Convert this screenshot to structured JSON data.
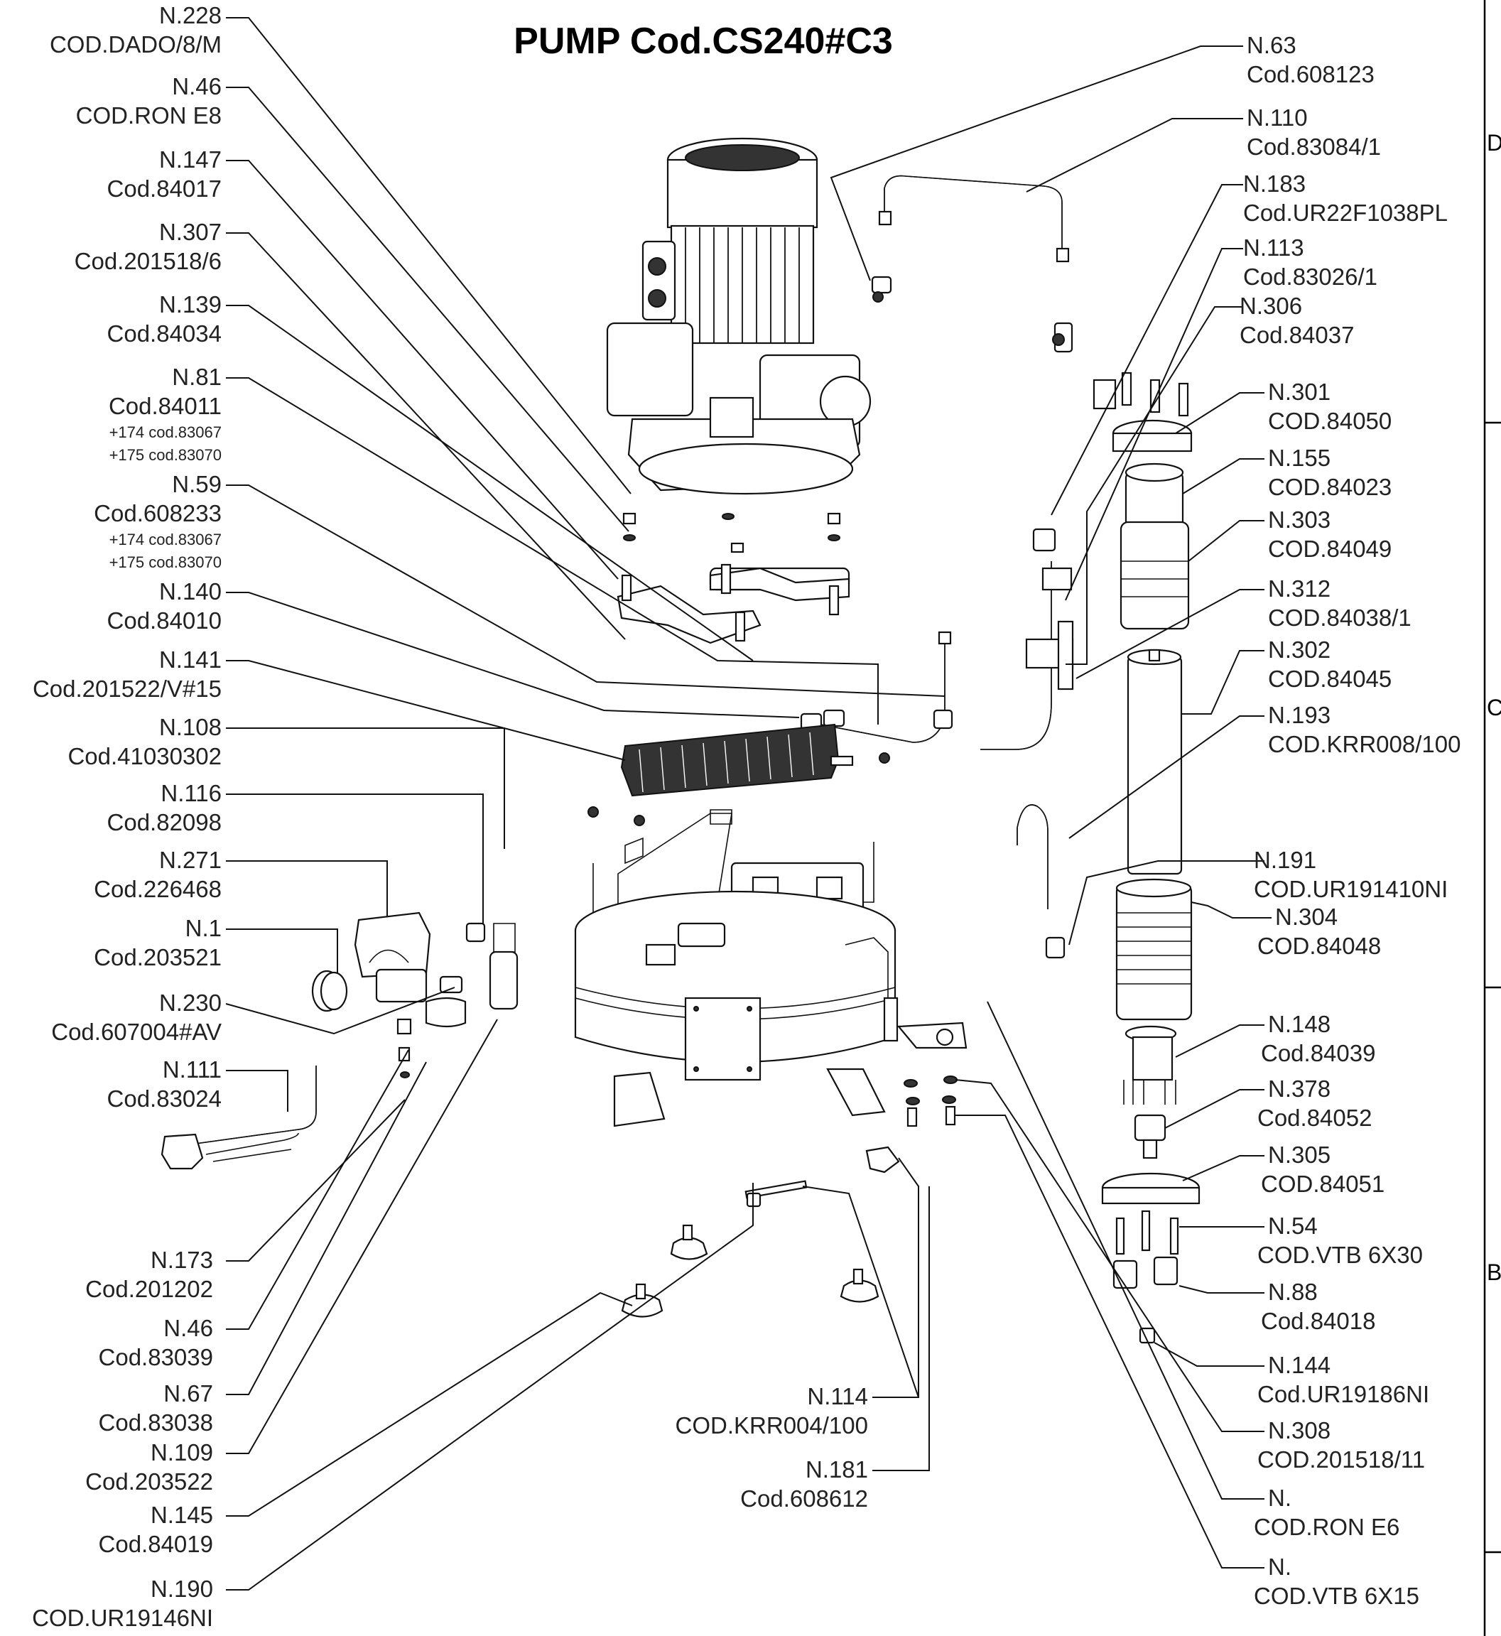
{
  "title": "PUMP Cod.CS240#C3",
  "zones": [
    "D",
    "C",
    "B"
  ],
  "left_callouts": [
    {
      "n": "N.228",
      "code": "COD.DADO/8/M"
    },
    {
      "n": "N.46",
      "code": "COD.RON E8"
    },
    {
      "n": "N.147",
      "code": "Cod.84017"
    },
    {
      "n": "N.307",
      "code": "Cod.201518/6"
    },
    {
      "n": "N.139",
      "code": "Cod.84034"
    },
    {
      "n": "N.81",
      "code": "Cod.84011",
      "extra": [
        "+174 cod.83067",
        "+175 cod.83070"
      ]
    },
    {
      "n": "N.59",
      "code": "Cod.608233",
      "extra": [
        "+174 cod.83067",
        "+175 cod.83070"
      ]
    },
    {
      "n": "N.140",
      "code": "Cod.84010"
    },
    {
      "n": "N.141",
      "code": "Cod.201522/V#15"
    },
    {
      "n": "N.108",
      "code": "Cod.41030302"
    },
    {
      "n": "N.116",
      "code": "Cod.82098"
    },
    {
      "n": "N.271",
      "code": "Cod.226468"
    },
    {
      "n": "N.1",
      "code": "Cod.203521"
    },
    {
      "n": "N.230",
      "code": "Cod.607004#AV"
    },
    {
      "n": "N.111",
      "code": "Cod.83024"
    },
    {
      "n": "N.173",
      "code": "Cod.201202"
    },
    {
      "n": "N.46",
      "code": "Cod.83039"
    },
    {
      "n": "N.67",
      "code": "Cod.83038"
    },
    {
      "n": "N.109",
      "code": "Cod.203522"
    },
    {
      "n": "N.145",
      "code": "Cod.84019"
    },
    {
      "n": "N.190",
      "code": "COD.UR19146NI"
    }
  ],
  "right_callouts": [
    {
      "n": "N.63",
      "code": "Cod.608123"
    },
    {
      "n": "N.110",
      "code": "Cod.83084/1"
    },
    {
      "n": "N.183",
      "code": "Cod.UR22F1038PL"
    },
    {
      "n": "N.113",
      "code": "Cod.83026/1"
    },
    {
      "n": "N.306",
      "code": "Cod.84037"
    },
    {
      "n": "N.301",
      "code": "COD.84050"
    },
    {
      "n": "N.155",
      "code": "COD.84023"
    },
    {
      "n": "N.303",
      "code": "COD.84049"
    },
    {
      "n": "N.312",
      "code": "COD.84038/1"
    },
    {
      "n": "N.302",
      "code": "COD.84045"
    },
    {
      "n": "N.193",
      "code": "COD.KRR008/100"
    },
    {
      "n": "N.191",
      "code": "COD.UR191410NI"
    },
    {
      "n": "N.304",
      "code": "COD.84048"
    },
    {
      "n": "N.148",
      "code": "Cod.84039"
    },
    {
      "n": "N.378",
      "code": "Cod.84052"
    },
    {
      "n": "N.305",
      "code": "COD.84051"
    },
    {
      "n": "N.54",
      "code": "COD.VTB 6X30"
    },
    {
      "n": "N.88",
      "code": "Cod.84018"
    },
    {
      "n": "N.144",
      "code": "Cod.UR19186NI"
    },
    {
      "n": "N.308",
      "code": "COD.201518/11"
    },
    {
      "n": "N.",
      "code": "COD.RON E6"
    },
    {
      "n": "N.",
      "code": "COD.VTB 6X15"
    }
  ],
  "center_callouts": [
    {
      "n": "N.114",
      "code": "COD.KRR004/100"
    },
    {
      "n": "N.181",
      "code": "Cod.608612"
    }
  ]
}
